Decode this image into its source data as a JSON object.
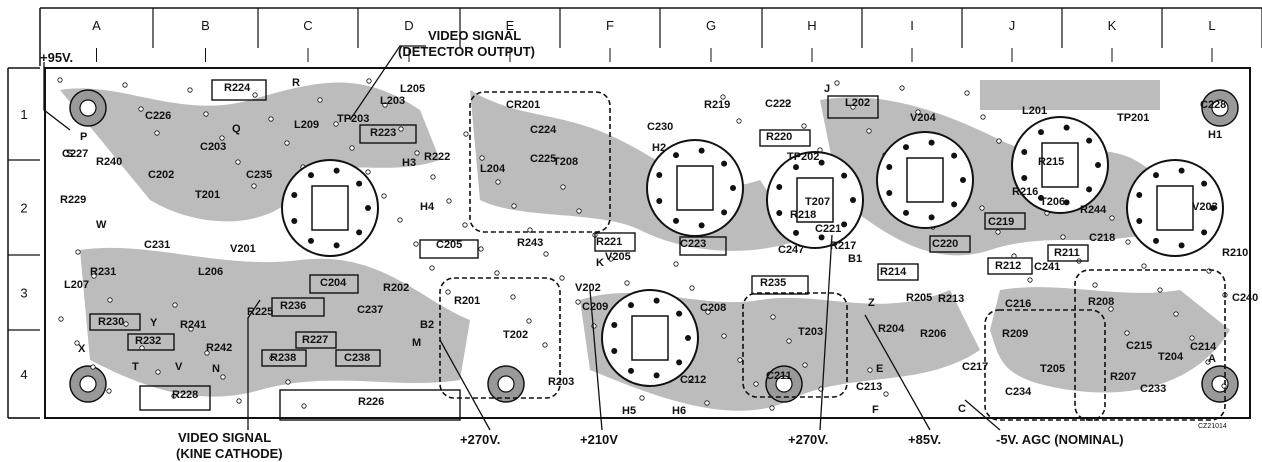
{
  "columns": [
    "A",
    "B",
    "C",
    "D",
    "E",
    "F",
    "G",
    "H",
    "I",
    "J",
    "K",
    "L"
  ],
  "rows": [
    "1",
    "2",
    "3",
    "4"
  ],
  "callouts": {
    "v95": "+95V.",
    "video_det_1": "VIDEO SIGNAL",
    "video_det_2": "(DETECTOR OUTPUT)",
    "video_kine_1": "VIDEO SIGNAL",
    "video_kine_2": "(KINE CATHODE)",
    "v270a": "+270V.",
    "v210": "+210V",
    "v270b": "+270V.",
    "v85": "+85V.",
    "agc": "-5V. AGC (NOMINAL)",
    "code": "CZ21014"
  },
  "tubes": [
    "V201",
    "V202",
    "V203",
    "V204",
    "V205"
  ],
  "transistors": [
    "T201",
    "T202",
    "T203",
    "T204",
    "T205",
    "T206",
    "T207",
    "T208"
  ],
  "test_points": [
    "TP201",
    "TP202",
    "TP203"
  ],
  "resistors": [
    "R201",
    "R202",
    "R203",
    "R204",
    "R205",
    "R206",
    "R207",
    "R208",
    "R209",
    "R210",
    "R211",
    "R212",
    "R213",
    "R214",
    "R215",
    "R216",
    "R217",
    "R218",
    "R219",
    "R220",
    "R221",
    "R222",
    "R223",
    "R224",
    "R225",
    "R226",
    "R227",
    "R228",
    "R229",
    "R230",
    "R231",
    "R232",
    "R235",
    "R236",
    "R238",
    "R240",
    "R241",
    "R242",
    "R243",
    "R244"
  ],
  "capacitors": [
    "C202",
    "C203",
    "C204",
    "C205",
    "C208",
    "C209",
    "C211",
    "C212",
    "C213",
    "C214",
    "C215",
    "C216",
    "C217",
    "C218",
    "C219",
    "C220",
    "C221",
    "C222",
    "C223",
    "C224",
    "C225",
    "C226",
    "C227",
    "C228",
    "C230",
    "C231",
    "C233",
    "C234",
    "C235",
    "C237",
    "C238",
    "C240",
    "C241",
    "C247"
  ],
  "inductors": [
    "L201",
    "L202",
    "L203",
    "L204",
    "L205",
    "L206",
    "L207",
    "L209"
  ],
  "diodes": [
    "CR201"
  ],
  "points": [
    "P",
    "S",
    "W",
    "Y",
    "X",
    "T",
    "V",
    "N",
    "Q",
    "R",
    "M",
    "B2",
    "B1",
    "H1",
    "H2",
    "H3",
    "H4",
    "H5",
    "H6",
    "K",
    "Z",
    "E",
    "F",
    "C",
    "A",
    "J"
  ]
}
